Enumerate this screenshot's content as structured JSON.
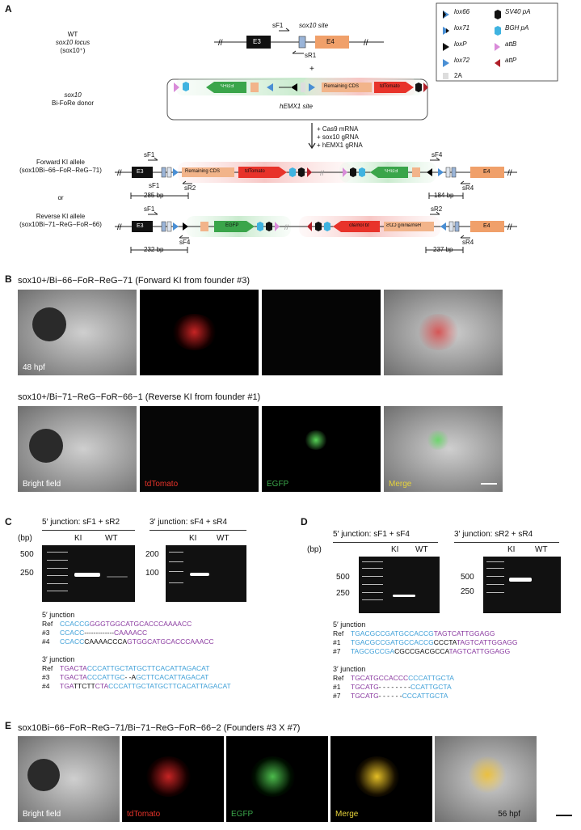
{
  "panels": {
    "A": "A",
    "B": "B",
    "C": "C",
    "D": "D",
    "E": "E"
  },
  "panelA": {
    "wt_label": [
      "WT",
      "sox10 locus",
      "(sox10⁺)"
    ],
    "donor_label": [
      "sox10",
      "Bi-FoRe donor"
    ],
    "forward_label": [
      "Forward KI allele",
      "(sox10Bi−66−FoR−ReG−71)"
    ],
    "or": "or",
    "reverse_label": [
      "Reverse KI allele",
      "(sox10Bi−71−ReG−FoR−66)"
    ],
    "wt_locus": {
      "e3": "E3",
      "e4": "E4",
      "site": "sox10 site",
      "sF1": "sF1",
      "sR1": "sR1"
    },
    "plus": "+",
    "donor": {
      "egfp": "EGFP",
      "remaining": "Remaining CDS",
      "tdtomato": "tdTomato",
      "hemx1": "hEMX1 site"
    },
    "injection": [
      "+ Cas9 mRNA",
      "+ sox10 gRNA",
      "+ hEMX1 gRNA"
    ],
    "forward": {
      "e3": "E3",
      "e4": "E4",
      "remaining": "Remaining CDS",
      "tdtomato": "tdTomato",
      "egfp": "EGFP",
      "sF1": "sF1",
      "sR2": "sR2",
      "sF4": "sF4",
      "sR4": "sR4",
      "bp_left": "285 bp",
      "bp_right": "184 bp"
    },
    "reverse": {
      "e3": "E3",
      "e4": "E4",
      "remaining": "Remaining CDS",
      "tdtomato": "tdTomato",
      "egfp": "EGFP",
      "sF1": "sF1",
      "sF4": "sF4",
      "sR2": "sR2",
      "sR4": "sR4",
      "bp_left": "232 bp",
      "bp_right": "237 bp"
    },
    "legend": [
      {
        "name": "lox66",
        "symbol": "lox66"
      },
      {
        "name": "SV40 pA",
        "symbol": "sv40"
      },
      {
        "name": "lox71",
        "symbol": "lox71"
      },
      {
        "name": "BGH pA",
        "symbol": "bgh"
      },
      {
        "name": "loxP",
        "symbol": "loxp"
      },
      {
        "name": "attB",
        "symbol": "attb"
      },
      {
        "name": "lox72",
        "symbol": "lox72"
      },
      {
        "name": "attP",
        "symbol": "attp"
      },
      {
        "name": "2A",
        "symbol": "2a"
      }
    ],
    "colors": {
      "lox72": "#4a8fd4",
      "bgh": "#3fb3e0",
      "sv40": "#000000",
      "attb": "#d98bd9",
      "attp": "#b0202a",
      "egfp": "#3aa54a",
      "tdtomato": "#e8332a",
      "remaining": "#f2b48a",
      "exon4": "#f0a06a"
    }
  },
  "panelB": {
    "title1": "sox10+/Bi−66−FoR−ReG−71 (Forward KI from founder #3)",
    "title2": "sox10+/Bi−71−ReG−FoR−66−1 (Reverse KI from founder #1)",
    "hpf": "48 hpf",
    "channels": [
      "Bright field",
      "tdTomato",
      "EGFP",
      "Merge"
    ]
  },
  "panelC": {
    "gel1_title": "5′ junction: sF1 + sR2",
    "gel2_title": "3′ junction: sF4 + sR4",
    "bp": "(bp)",
    "ki": "KI",
    "wt": "WT",
    "gel1_marks": [
      "500",
      "250"
    ],
    "gel2_marks": [
      "200",
      "100"
    ],
    "j5_title": "5′ junction",
    "j5": [
      {
        "label": "Ref",
        "parts": [
          [
            "CCACCG",
            "blue"
          ],
          [
            "GGGTGGCATGCACCCAAAACC",
            "purple"
          ]
        ]
      },
      {
        "label": "#3",
        "parts": [
          [
            "CCACC",
            "blue"
          ],
          [
            "-------------",
            "black"
          ],
          [
            "CAAAACC",
            "purple"
          ]
        ]
      },
      {
        "label": "#4",
        "parts": [
          [
            "CCACC",
            "blue"
          ],
          [
            "CAAAACCCA",
            "black"
          ],
          [
            "GTGGCATGCACCCAAACC",
            "purple"
          ]
        ]
      }
    ],
    "j3_title": "3′ junction",
    "j3": [
      {
        "label": "Ref",
        "parts": [
          [
            "TGACTA",
            "purple"
          ],
          [
            "CCCATTGCTATGCTTCACATTAGACAT",
            "blue"
          ]
        ]
      },
      {
        "label": "#3",
        "parts": [
          [
            "TGACTA",
            "purple"
          ],
          [
            "CCCATTGC",
            "blue"
          ],
          [
            "- -A",
            "black"
          ],
          [
            "GCTTCACATTAGACAT",
            "blue"
          ]
        ]
      },
      {
        "label": "#4",
        "parts": [
          [
            "TGA",
            "purple"
          ],
          [
            "TTCTT",
            "black"
          ],
          [
            "CTA",
            "purple"
          ],
          [
            "CCCATTGCTATGCTTCACATTAGACAT",
            "blue"
          ]
        ]
      }
    ]
  },
  "panelD": {
    "gel1_title": "5′ junction: sF1 + sF4",
    "gel2_title": "3′ junction: sR2 + sR4",
    "bp": "(bp)",
    "ki": "KI",
    "wt": "WT",
    "gel1_marks": [
      "500",
      "250"
    ],
    "gel2_marks": [
      "500",
      "250"
    ],
    "j5_title": "5′ junction",
    "j5": [
      {
        "label": "Ref",
        "parts": [
          [
            "TGACGCCGATGCCACCG",
            "blue"
          ],
          [
            "TAGTCATTGGAGG",
            "purple"
          ]
        ]
      },
      {
        "label": "#1",
        "parts": [
          [
            "TGACGCCGATGCCACCG",
            "blue"
          ],
          [
            "CCCTA",
            "black"
          ],
          [
            "TAGTCATTGGAGG",
            "purple"
          ]
        ]
      },
      {
        "label": "#7",
        "parts": [
          [
            "TAGCGCCGA",
            "blue"
          ],
          [
            "CGCCGACGCCA",
            "black"
          ],
          [
            "TAGTCATTGGAGG",
            "purple"
          ]
        ]
      }
    ],
    "j3_title": "3′ junction",
    "j3": [
      {
        "label": "Ref",
        "parts": [
          [
            "TGCATGCCACCC",
            "purple"
          ],
          [
            "CCCATTGCTA",
            "blue"
          ]
        ]
      },
      {
        "label": "#1",
        "parts": [
          [
            "TGCATG",
            "purple"
          ],
          [
            "- - - - - - - -",
            "black"
          ],
          [
            "CCATTGCTA",
            "blue"
          ]
        ]
      },
      {
        "label": "#7",
        "parts": [
          [
            "TGCATG",
            "purple"
          ],
          [
            "- - - - - -",
            "black"
          ],
          [
            "CCCATTGCTA",
            "blue"
          ]
        ]
      }
    ]
  },
  "panelE": {
    "title": "sox10Bi−66−FoR−ReG−71/Bi−71−ReG−FoR−66−2 (Founders #3 X #7)",
    "hpf": "56 hpf",
    "channels": [
      "Bright field",
      "tdTomato",
      "EGFP",
      "Merge"
    ]
  }
}
